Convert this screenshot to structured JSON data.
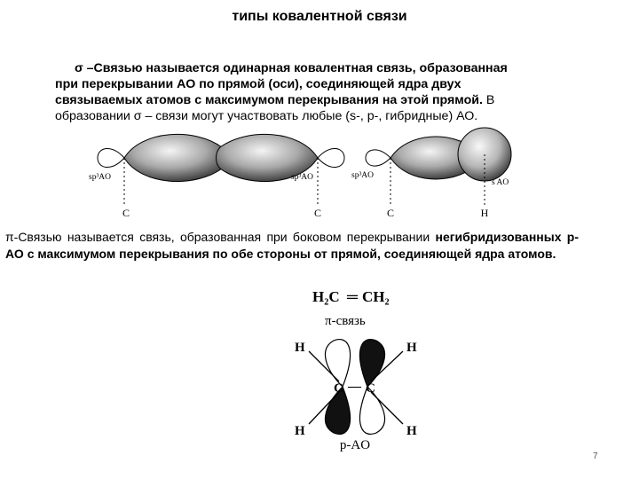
{
  "title": "типы ковалентной связи",
  "sigma": {
    "line1": "σ –Связью называется одинарная ковалентная связь, образованная",
    "line2": "при перекрывании АО по прямой (оси), соединяющей ядра двух",
    "line3": "связываемых атомов с максимумом перекрывания на этой прямой.",
    "line3_tail": "В",
    "line4": "образовании σ – связи могут участвовать любые (s-, p-, гибридные) АО."
  },
  "sigma_diagram": {
    "labels": {
      "sp3_left_1": "sp³AO",
      "sp3_left_2": "sp³AO",
      "sp3_right": "sp³AO",
      "s_ao": "s AO",
      "atom_c1": "C",
      "atom_c2": "C",
      "atom_c3": "C",
      "atom_h": "H"
    }
  },
  "pi": {
    "text_lead": "π-Связью называется связь, образованная при боковом перекрывании",
    "text_rest": "негибридизованных р-АО с максимумом перекрывания по обе стороны от прямой, соединяющей ядра атомов."
  },
  "pi_diagram": {
    "formula_h2": "H₂C",
    "formula_eq": "═",
    "formula_ch2": "CH₂",
    "pi_label": "π-связь",
    "h_tl": "H",
    "h_tr": "H",
    "h_bl": "H",
    "h_br": "H",
    "c_left": "C",
    "c_dash": "—",
    "c_right": "C",
    "p_ao": "p-AO"
  },
  "page_number": "7"
}
